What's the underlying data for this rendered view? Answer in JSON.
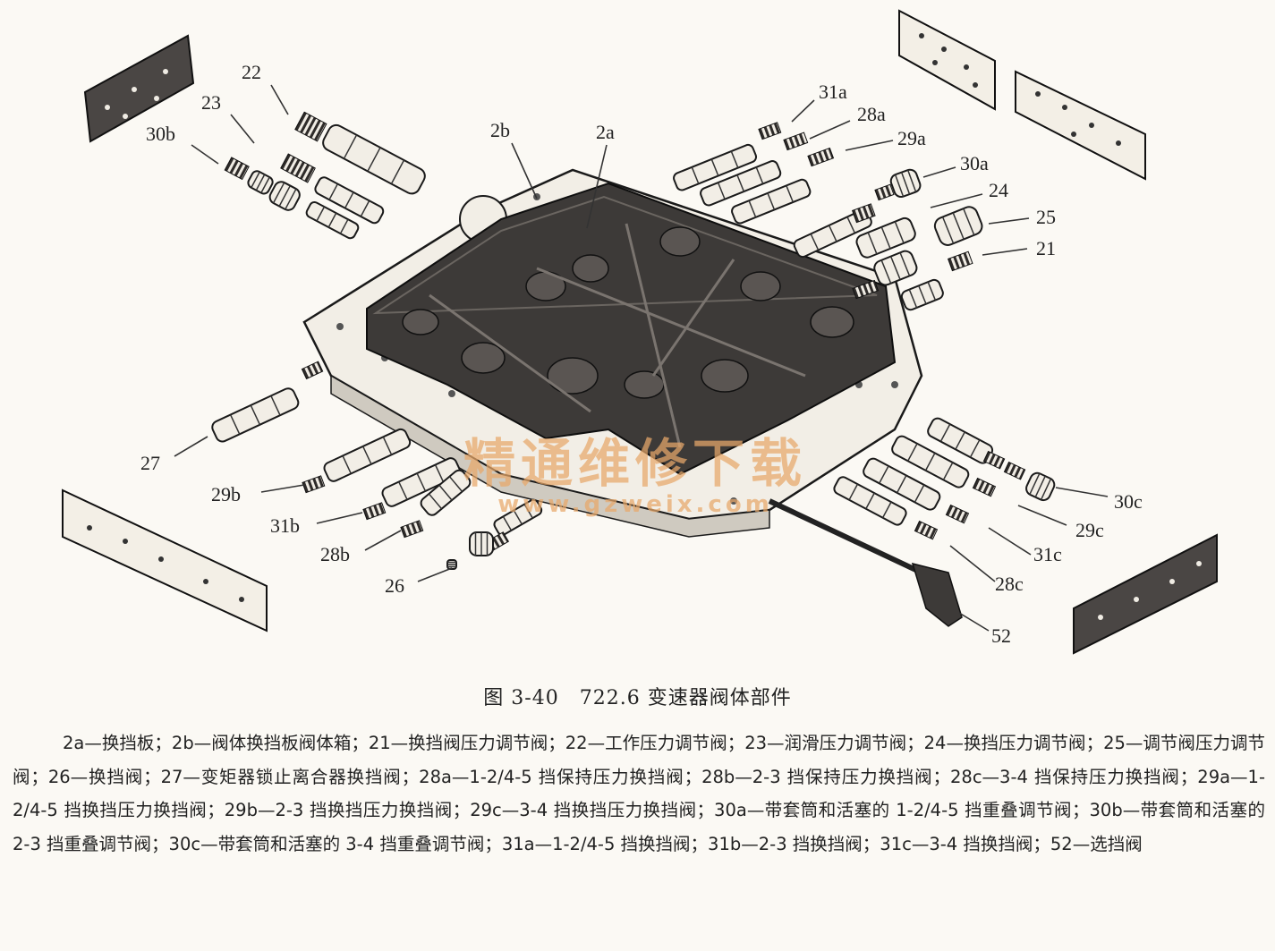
{
  "watermark": {
    "cn": "精通维修下载",
    "url": "www.gzweix.com"
  },
  "labels": [
    {
      "id": "22",
      "text": "22"
    },
    {
      "id": "23",
      "text": "23"
    },
    {
      "id": "30b",
      "text": "30b"
    },
    {
      "id": "2b",
      "text": "2b"
    },
    {
      "id": "2a",
      "text": "2a"
    },
    {
      "id": "31a",
      "text": "31a"
    },
    {
      "id": "28a",
      "text": "28a"
    },
    {
      "id": "29a",
      "text": "29a"
    },
    {
      "id": "30a",
      "text": "30a"
    },
    {
      "id": "24",
      "text": "24"
    },
    {
      "id": "25",
      "text": "25"
    },
    {
      "id": "21",
      "text": "21"
    },
    {
      "id": "27",
      "text": "27"
    },
    {
      "id": "29b",
      "text": "29b"
    },
    {
      "id": "31b",
      "text": "31b"
    },
    {
      "id": "28b",
      "text": "28b"
    },
    {
      "id": "26",
      "text": "26"
    },
    {
      "id": "30c",
      "text": "30c"
    },
    {
      "id": "29c",
      "text": "29c"
    },
    {
      "id": "31c",
      "text": "31c"
    },
    {
      "id": "28c",
      "text": "28c"
    },
    {
      "id": "52",
      "text": "52"
    }
  ],
  "caption": "图 3-40　722.6 变速器阀体部件",
  "legend": "2a—换挡板；2b—阀体换挡板阀体箱；21—换挡阀压力调节阀；22—工作压力调节阀；23—润滑压力调节阀；24—换挡压力调节阀；25—调节阀压力调节阀；26—换挡阀；27—变矩器锁止离合器换挡阀；28a—1-2/4-5 挡保持压力换挡阀；28b—2-3 挡保持压力换挡阀；28c—3-4 挡保持压力换挡阀；29a—1-2/4-5 挡换挡压力换挡阀；29b—2-3 挡换挡压力换挡阀；29c—3-4 挡换挡压力换挡阀；30a—带套筒和活塞的 1-2/4-5 挡重叠调节阀；30b—带套筒和活塞的 2-3 挡重叠调节阀；30c—带套筒和活塞的 3-4 挡重叠调节阀；31a—1-2/4-5 挡换挡阀；31b—2-3 挡换挡阀；31c—3-4 挡换挡阀；52—选挡阀",
  "colors": {
    "body_dark": "#3d3a38",
    "plate_light": "#f3efe6",
    "watermark": "#e8a86a",
    "ink": "#222222"
  }
}
